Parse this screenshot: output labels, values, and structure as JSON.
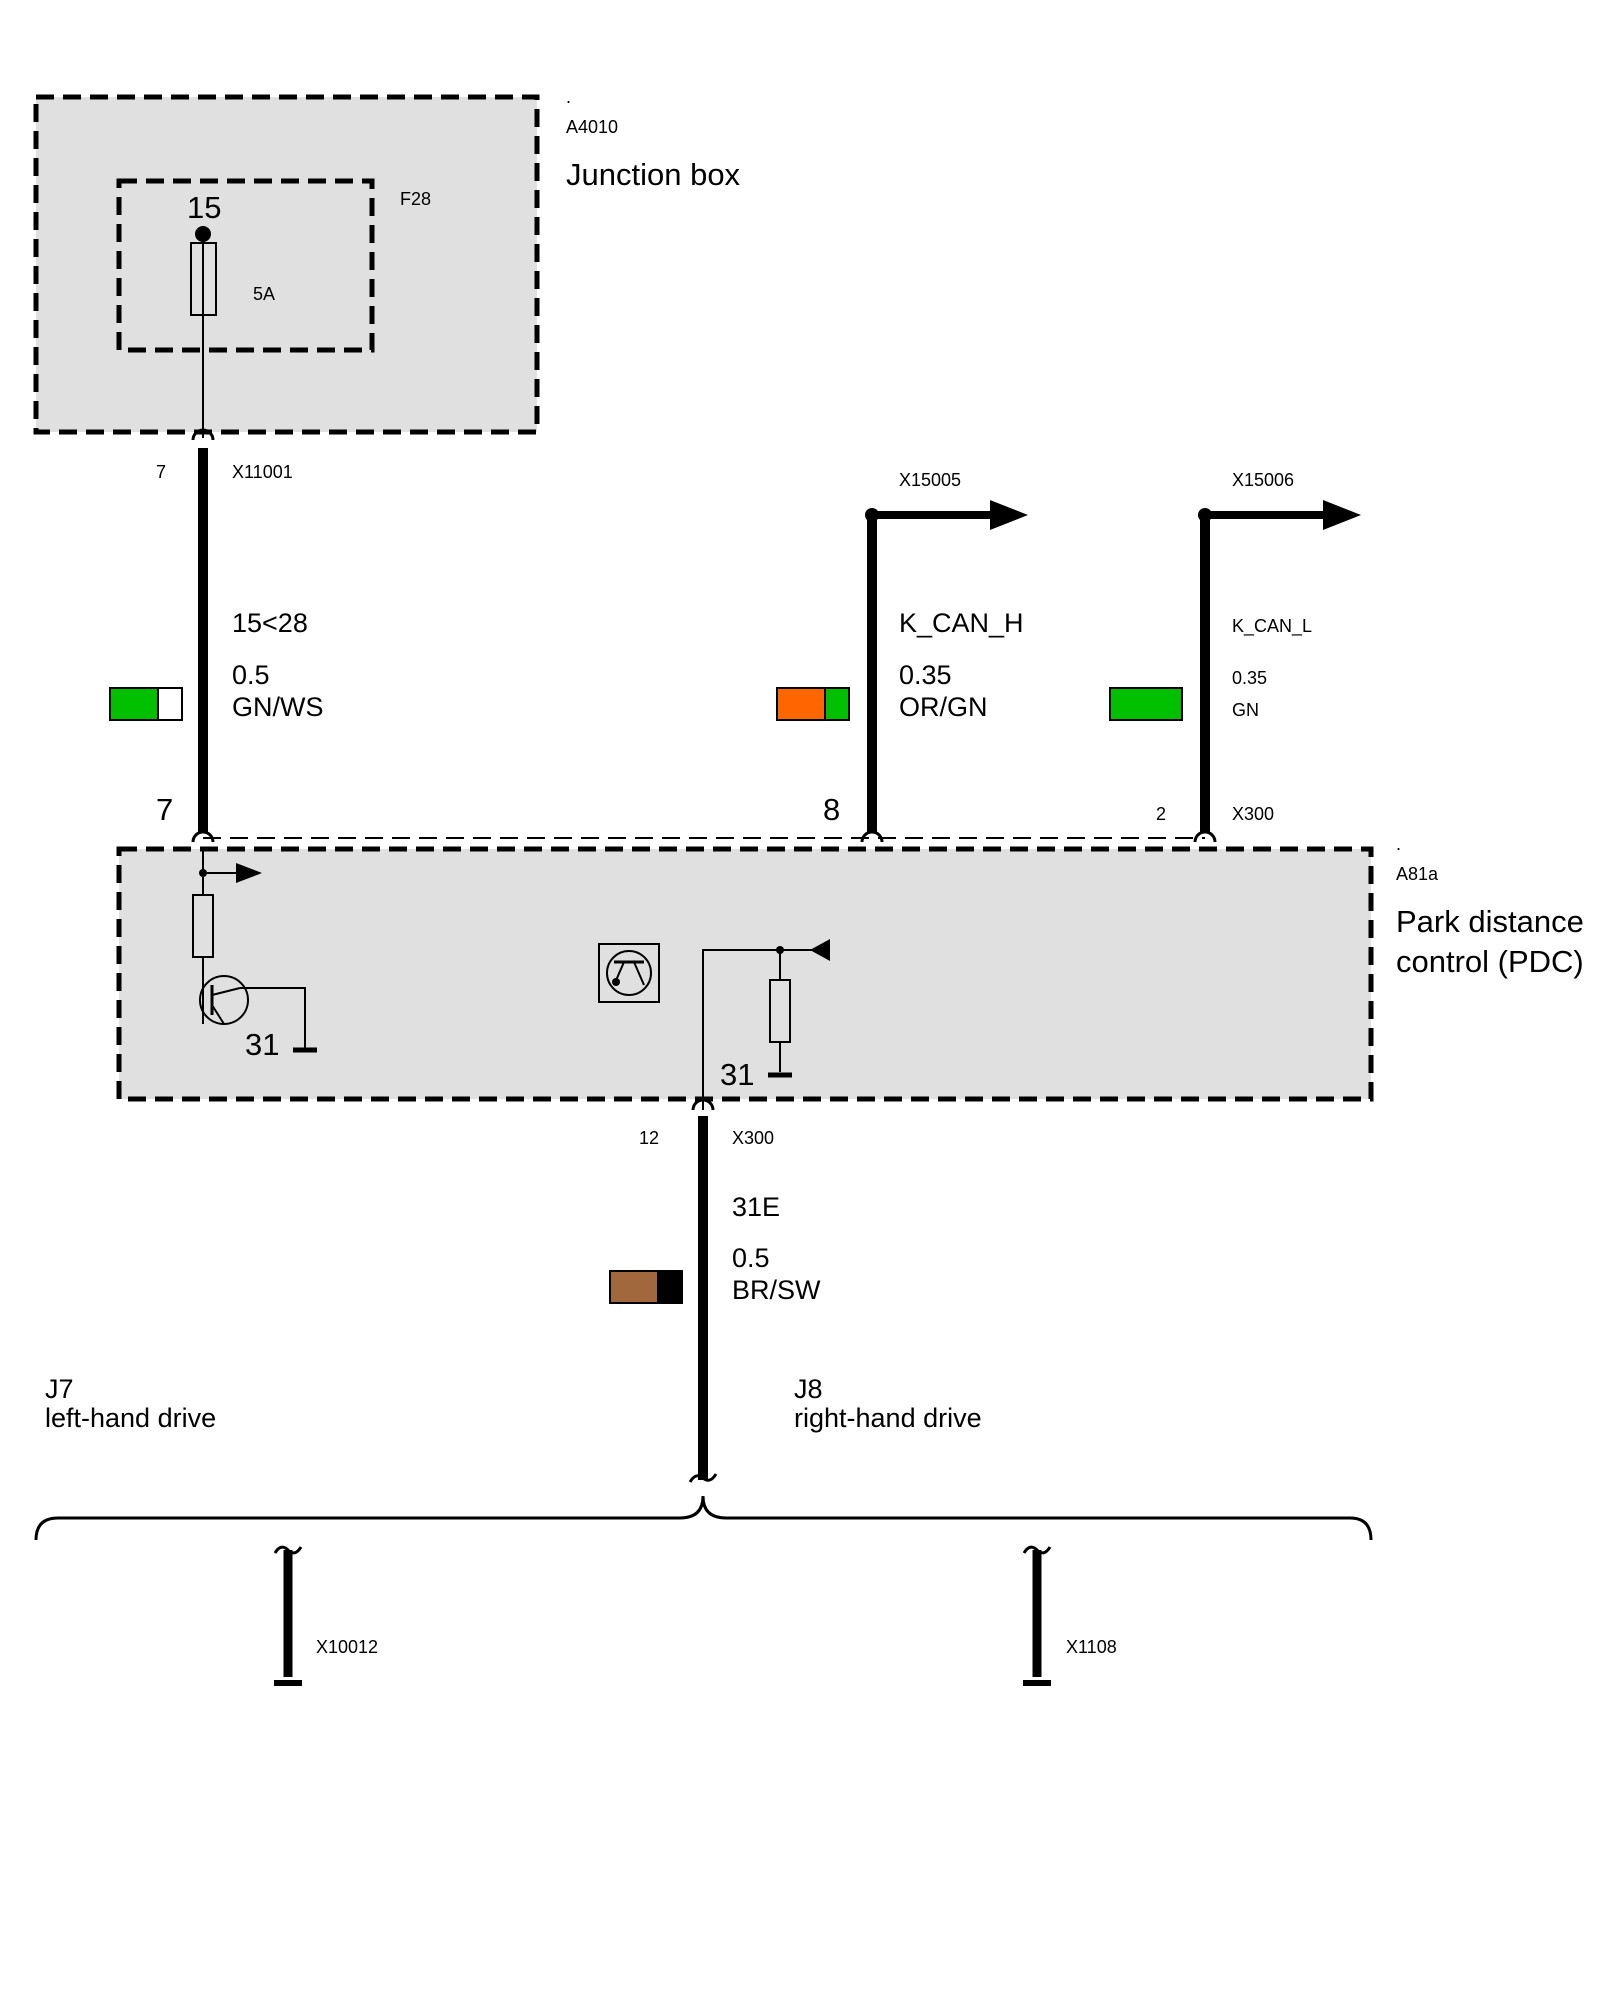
{
  "junction_box": {
    "dot": ".",
    "id": "A4010",
    "name": "Junction box",
    "fuse_id": "F28",
    "fuse_terminal": "15",
    "fuse_rating": "5A"
  },
  "connector_top": {
    "pin": "7",
    "id": "X11001"
  },
  "wire_15": {
    "signal": "15<28",
    "gauge": "0.5",
    "color_code": "GN/WS",
    "swatch": [
      "#00c000",
      "#ffffff"
    ],
    "pin_at_module": "7"
  },
  "wire_kcan_h": {
    "connector": "X15005",
    "signal": "K_CAN_H",
    "gauge": "0.35",
    "color_code": "OR/GN",
    "swatch": [
      "#ff6600",
      "#00c000"
    ],
    "pin_at_module": "8"
  },
  "wire_kcan_l": {
    "connector": "X15006",
    "signal": "K_CAN_L",
    "gauge": "0.35",
    "color_code": "GN",
    "swatch": [
      "#00c000"
    ],
    "pin_at_module": "2",
    "module_connector": "X300"
  },
  "pdc_module": {
    "dot": ".",
    "id": "A81a",
    "name_line1": "Park distance",
    "name_line2": "control (PDC)",
    "ground_left": "31",
    "ground_right": "31"
  },
  "connector_bottom": {
    "pin": "12",
    "id": "X300"
  },
  "wire_31e": {
    "signal": "31E",
    "gauge": "0.5",
    "color_code": "BR/SW",
    "swatch": [
      "#a0683c",
      "#000000"
    ]
  },
  "variant_left": {
    "id": "J7",
    "desc": "left-hand drive",
    "ground": "X10012"
  },
  "variant_right": {
    "id": "J8",
    "desc": "right-hand drive",
    "ground": "X1108"
  },
  "colors": {
    "module_fill": "#e0e0e0",
    "wire": "#000000",
    "green": "#00c000",
    "white": "#ffffff",
    "orange": "#ff6600",
    "brown": "#a0683c",
    "black": "#000000"
  }
}
